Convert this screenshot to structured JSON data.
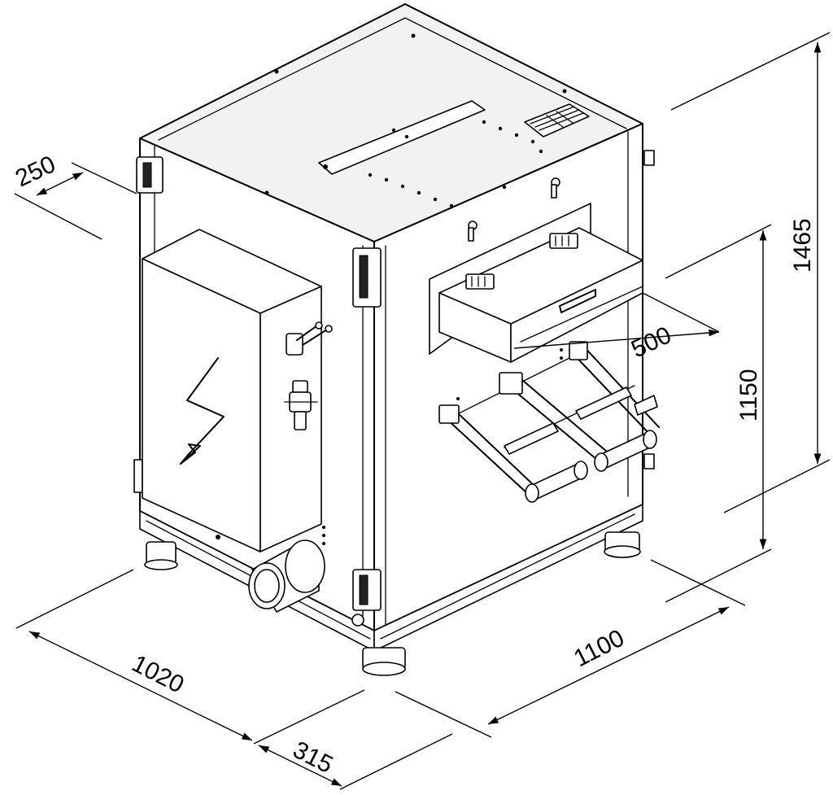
{
  "dimensions": {
    "width_front": "1020",
    "depth_side": "1100",
    "height_total": "1465",
    "height_inlet": "1150",
    "offset_top_left": "250",
    "outlet_width": "500",
    "outlet_offset": "315"
  }
}
